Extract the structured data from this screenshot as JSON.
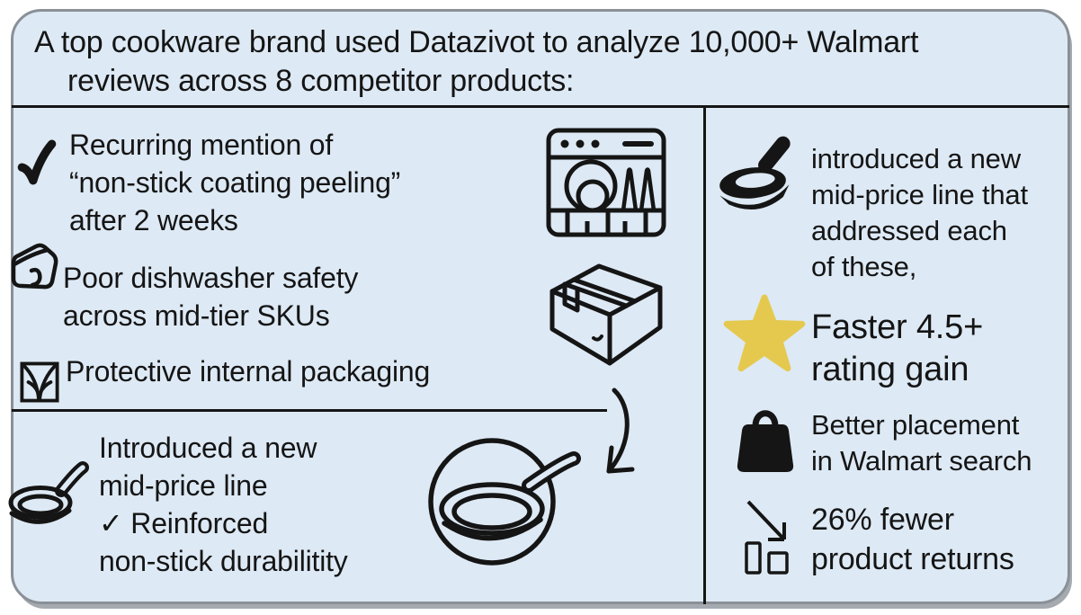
{
  "header": {
    "title": "A top cookware brand used Datazivot to analyze 10,000+ Walmart\nreviews across 8 competitor products:"
  },
  "left_panel": {
    "findings": [
      {
        "icon": "check-icon",
        "text": "Recurring mention of\n“non-stick coating peeling”\nafter 2 weeks"
      },
      {
        "icon": "dishware-carton-icon",
        "text": "Poor dishwasher safety\nacross mid-tier SKUs"
      },
      {
        "icon": "eco-packaging-icon",
        "text": "Protective internal packaging"
      }
    ],
    "illustrations": [
      "dishwasher-icon",
      "package-box-icon",
      "frying-pan-outline-icon",
      "curved-arrow-icon"
    ],
    "action": {
      "icon": "frying-pan-small-icon",
      "title": "Introduced a new\nmid-price line",
      "sub": "✓ Reinforced\nnon-stick durabilitity"
    }
  },
  "right_panel": {
    "results": [
      {
        "icon": "frying-pan-filled-icon",
        "text": "introduced a new\nmid-price line that\naddressed each\nof these,"
      },
      {
        "icon": "star-icon",
        "text": "Faster 4.5+\nrating gain"
      },
      {
        "icon": "shopping-bag-icon",
        "text": "Better placement\nin Walmart search"
      },
      {
        "icon": "returns-decline-icon",
        "text": "26% fewer\nproduct returns"
      }
    ]
  },
  "colors": {
    "card_background": "#dde9f4",
    "text": "#151515",
    "border": "#8a9097",
    "star": "#e5c94f",
    "icon": "#151515"
  }
}
